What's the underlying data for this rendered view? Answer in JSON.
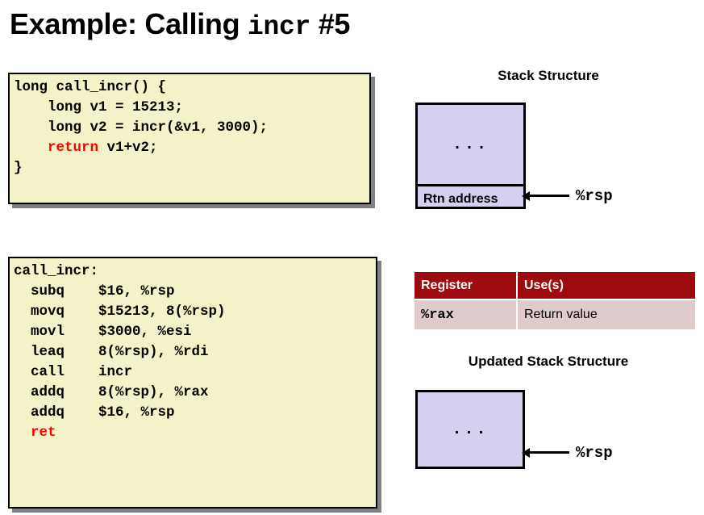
{
  "slide": {
    "title_prefix": "Example: Calling ",
    "title_mono": "incr",
    "title_suffix": " #5"
  },
  "c_code": {
    "lines": [
      "long call_incr() {",
      "    long v1 = 15213;",
      "    long v2 = incr(&v1, 3000);",
      "    return v1+v2;",
      "}"
    ],
    "line0": "long call_incr() {",
    "line1": "    long v1 = 15213;",
    "line2": "    long v2 = incr(&v1, 3000);",
    "line3_indent": "    ",
    "line3_keyword": "return",
    "line3_rest": " v1+v2;",
    "line4": "}",
    "background_color": "#F4F2C8",
    "keyword_color": "#FF0000"
  },
  "asm_code": {
    "label": "call_incr:",
    "lines": [
      "  subq    $16, %rsp",
      "  movq    $15213, 8(%rsp)",
      "  movl    $3000, %esi",
      "  leaq    8(%rsp), %rdi",
      "  call    incr",
      "  addq    8(%rsp), %rax",
      "  addq    $16, %rsp"
    ],
    "line0": "  subq    $16, %rsp",
    "line1": "  movq    $15213, 8(%rsp)",
    "line2": "  movl    $3000, %esi",
    "line3": "  leaq    8(%rsp), %rdi",
    "line4": "  call    incr",
    "line5": "  addq    8(%rsp), %rax",
    "line6": "  addq    $16, %rsp",
    "ret_indent": "  ",
    "ret_keyword": "ret",
    "background_color": "#F4F2C8",
    "keyword_color": "#FF0000"
  },
  "stack_structure": {
    "title": "Stack Structure",
    "cells": [
      {
        "label": "...",
        "type": "ellipsis"
      },
      {
        "label": "Rtn address",
        "type": "named"
      }
    ],
    "cell0_label": "...",
    "cell1_label": "Rtn address",
    "pointer_label": "%rsp",
    "fill_color": "#D3D1EF"
  },
  "updated_stack_structure": {
    "title": "Updated Stack Structure",
    "cells": [
      {
        "label": "...",
        "type": "ellipsis"
      }
    ],
    "cell0_label": "...",
    "pointer_label": "%rsp",
    "fill_color": "#D3D1EF"
  },
  "register_table": {
    "headers": [
      "Register",
      "Use(s)"
    ],
    "header0": "Register",
    "header1": "Use(s)",
    "rows": [
      {
        "register": "%rax",
        "uses": "Return value"
      }
    ],
    "row0_register": "%rax",
    "row0_uses": "Return value",
    "header_color": "#9E0B0F",
    "row_color": "#DFCBCB"
  }
}
